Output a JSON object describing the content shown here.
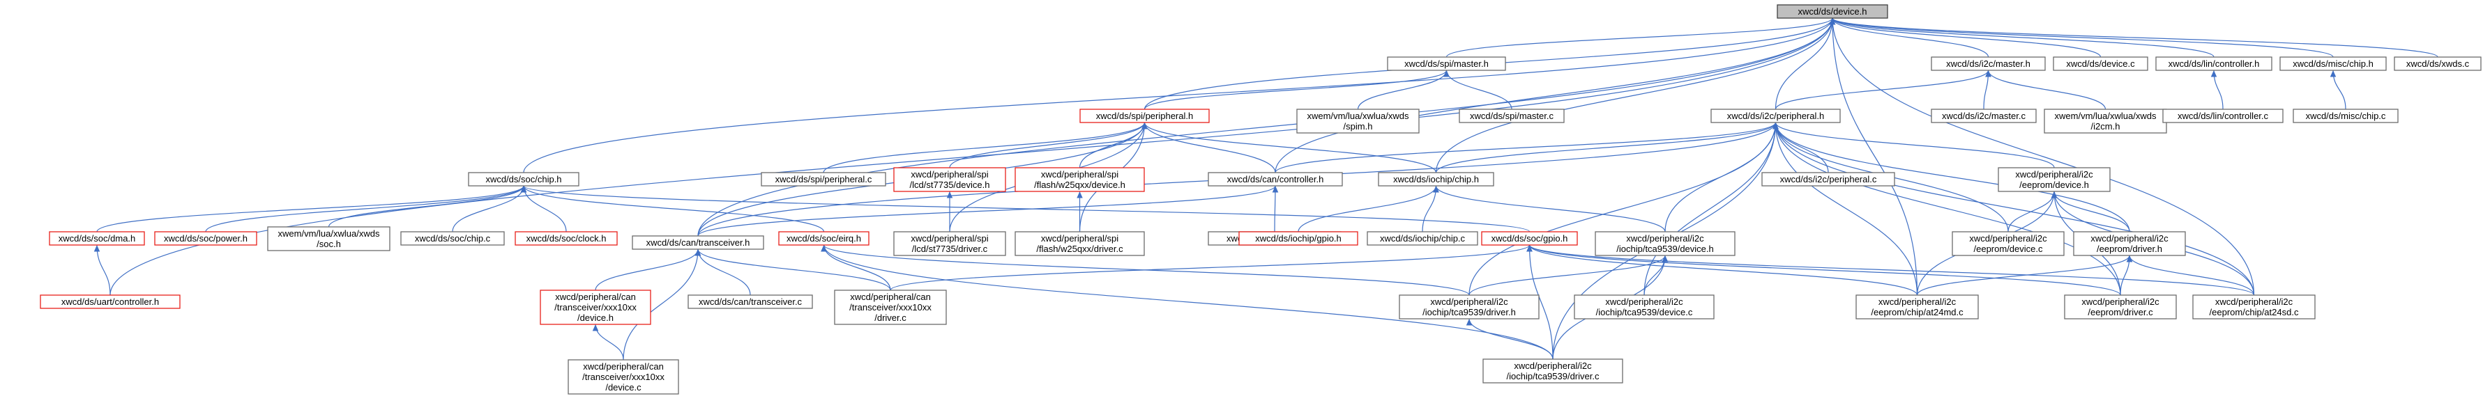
{
  "colors": {
    "edge": "#3f6fc4",
    "node_border": "#6b6b6b",
    "highlight_border": "#e8201a",
    "root_fill": "#bfbfbf"
  },
  "nodes": [
    {
      "id": "n_device_h",
      "lines": [
        "xwcd/ds/device.h"
      ],
      "style": "root"
    },
    {
      "id": "n_soc_chip_h",
      "lines": [
        "xwcd/ds/soc/chip.h"
      ],
      "style": "normal"
    },
    {
      "id": "n_spi_master_h",
      "lines": [
        "xwcd/ds/spi/master.h"
      ],
      "style": "normal"
    },
    {
      "id": "n_spi_peripheral_h",
      "lines": [
        "xwcd/ds/spi/peripheral.h"
      ],
      "style": "highlight"
    },
    {
      "id": "n_can_transceiver_h",
      "lines": [
        "xwcd/ds/can/transceiver.h"
      ],
      "style": "normal"
    },
    {
      "id": "n_can_controller_h",
      "lines": [
        "xwcd/ds/can/controller.h"
      ],
      "style": "normal"
    },
    {
      "id": "n_iochip_chip_h",
      "lines": [
        "xwcd/ds/iochip/chip.h"
      ],
      "style": "normal"
    },
    {
      "id": "n_i2c_master_h",
      "lines": [
        "xwcd/ds/i2c/master.h"
      ],
      "style": "normal"
    },
    {
      "id": "n_i2c_peripheral_h",
      "lines": [
        "xwcd/ds/i2c/peripheral.h"
      ],
      "style": "normal"
    },
    {
      "id": "n_device_c",
      "lines": [
        "xwcd/ds/device.c"
      ],
      "style": "normal"
    },
    {
      "id": "n_lin_controller_h",
      "lines": [
        "xwcd/ds/lin/controller.h"
      ],
      "style": "normal"
    },
    {
      "id": "n_misc_chip_h",
      "lines": [
        "xwcd/ds/misc/chip.h"
      ],
      "style": "normal"
    },
    {
      "id": "n_xwds_c",
      "lines": [
        "xwcd/ds/xwds.c"
      ],
      "style": "normal"
    },
    {
      "id": "n_uart_controller_h",
      "lines": [
        "xwcd/ds/uart/controller.h"
      ],
      "style": "highlight"
    },
    {
      "id": "n_soc_dma_h",
      "lines": [
        "xwcd/ds/soc/dma.h"
      ],
      "style": "highlight"
    },
    {
      "id": "n_soc_power_h",
      "lines": [
        "xwcd/ds/soc/power.h"
      ],
      "style": "highlight"
    },
    {
      "id": "n_xwem_soc_h",
      "lines": [
        "xwem/vm/lua/xwlua/xwds",
        "/soc.h"
      ],
      "style": "normal"
    },
    {
      "id": "n_soc_chip_c",
      "lines": [
        "xwcd/ds/soc/chip.c"
      ],
      "style": "normal"
    },
    {
      "id": "n_soc_clock_h",
      "lines": [
        "xwcd/ds/soc/clock.h"
      ],
      "style": "highlight"
    },
    {
      "id": "n_soc_eirq_h",
      "lines": [
        "xwcd/ds/soc/eirq.h"
      ],
      "style": "highlight"
    },
    {
      "id": "n_soc_gpio_h",
      "lines": [
        "xwcd/ds/soc/gpio.h"
      ],
      "style": "highlight"
    },
    {
      "id": "n_spi_peripheral_c",
      "lines": [
        "xwcd/ds/spi/peripheral.c"
      ],
      "style": "normal"
    },
    {
      "id": "n_st7735_device_h",
      "lines": [
        "xwcd/peripheral/spi",
        "/lcd/st7735/device.h"
      ],
      "style": "highlight"
    },
    {
      "id": "n_w25qxx_device_h",
      "lines": [
        "xwcd/peripheral/spi",
        "/flash/w25qxx/device.h"
      ],
      "style": "highlight"
    },
    {
      "id": "n_st7735_driver_c",
      "lines": [
        "xwcd/peripheral/spi",
        "/lcd/st7735/driver.c"
      ],
      "style": "normal"
    },
    {
      "id": "n_w25qxx_driver_c",
      "lines": [
        "xwcd/peripheral/spi",
        "/flash/w25qxx/driver.c"
      ],
      "style": "normal"
    },
    {
      "id": "n_xwem_spim_h",
      "lines": [
        "xwem/vm/lua/xwlua/xwds",
        "/spim.h"
      ],
      "style": "normal"
    },
    {
      "id": "n_spi_master_c",
      "lines": [
        "xwcd/ds/spi/master.c"
      ],
      "style": "normal"
    },
    {
      "id": "n_can_controller_c",
      "lines": [
        "xwcd/ds/can/controller.c"
      ],
      "style": "normal"
    },
    {
      "id": "n_iochip_gpio_h",
      "lines": [
        "xwcd/ds/iochip/gpio.h"
      ],
      "style": "highlight"
    },
    {
      "id": "n_iochip_chip_c",
      "lines": [
        "xwcd/ds/iochip/chip.c"
      ],
      "style": "normal"
    },
    {
      "id": "n_tca9539_device_h",
      "lines": [
        "xwcd/peripheral/i2c",
        "/iochip/tca9539/device.h"
      ],
      "style": "normal"
    },
    {
      "id": "n_tca9539_driver_h",
      "lines": [
        "xwcd/peripheral/i2c",
        "/iochip/tca9539/driver.h"
      ],
      "style": "normal"
    },
    {
      "id": "n_tca9539_device_c",
      "lines": [
        "xwcd/peripheral/i2c",
        "/iochip/tca9539/device.c"
      ],
      "style": "normal"
    },
    {
      "id": "n_tca9539_driver_c",
      "lines": [
        "xwcd/peripheral/i2c",
        "/iochip/tca9539/driver.c"
      ],
      "style": "normal"
    },
    {
      "id": "n_can_transceiver_c",
      "lines": [
        "xwcd/ds/can/transceiver.c"
      ],
      "style": "normal"
    },
    {
      "id": "n_xxx10xx_device_h",
      "lines": [
        "xwcd/peripheral/can",
        "/transceiver/xxx10xx",
        "/device.h"
      ],
      "style": "highlight"
    },
    {
      "id": "n_xxx10xx_driver_c",
      "lines": [
        "xwcd/peripheral/can",
        "/transceiver/xxx10xx",
        "/driver.c"
      ],
      "style": "normal"
    },
    {
      "id": "n_xxx10xx_device_c",
      "lines": [
        "xwcd/peripheral/can",
        "/transceiver/xxx10xx",
        "/device.c"
      ],
      "style": "normal"
    },
    {
      "id": "n_i2c_peripheral_c",
      "lines": [
        "xwcd/ds/i2c/peripheral.c"
      ],
      "style": "normal"
    },
    {
      "id": "n_eeprom_device_h",
      "lines": [
        "xwcd/peripheral/i2c",
        "/eeprom/device.h"
      ],
      "style": "normal"
    },
    {
      "id": "n_eeprom_device_c",
      "lines": [
        "xwcd/peripheral/i2c",
        "/eeprom/device.c"
      ],
      "style": "normal"
    },
    {
      "id": "n_eeprom_driver_h",
      "lines": [
        "xwcd/peripheral/i2c",
        "/eeprom/driver.h"
      ],
      "style": "normal"
    },
    {
      "id": "n_at24md_c",
      "lines": [
        "xwcd/peripheral/i2c",
        "/eeprom/chip/at24md.c"
      ],
      "style": "normal"
    },
    {
      "id": "n_eeprom_driver_c",
      "lines": [
        "xwcd/peripheral/i2c",
        "/eeprom/driver.c"
      ],
      "style": "normal"
    },
    {
      "id": "n_at24sd_c",
      "lines": [
        "xwcd/peripheral/i2c",
        "/eeprom/chip/at24sd.c"
      ],
      "style": "normal"
    },
    {
      "id": "n_i2c_master_c",
      "lines": [
        "xwcd/ds/i2c/master.c"
      ],
      "style": "normal"
    },
    {
      "id": "n_xwem_i2cm_h",
      "lines": [
        "xwem/vm/lua/xwlua/xwds",
        "/i2cm.h"
      ],
      "style": "normal"
    },
    {
      "id": "n_lin_controller_c",
      "lines": [
        "xwcd/ds/lin/controller.c"
      ],
      "style": "normal"
    },
    {
      "id": "n_misc_chip_c",
      "lines": [
        "xwcd/ds/misc/chip.c"
      ],
      "style": "normal"
    }
  ],
  "edges": [
    [
      "n_soc_chip_h",
      "n_device_h"
    ],
    [
      "n_spi_master_h",
      "n_device_h"
    ],
    [
      "n_spi_peripheral_h",
      "n_device_h"
    ],
    [
      "n_can_transceiver_h",
      "n_device_h"
    ],
    [
      "n_can_controller_h",
      "n_device_h"
    ],
    [
      "n_iochip_chip_h",
      "n_device_h"
    ],
    [
      "n_i2c_master_h",
      "n_device_h"
    ],
    [
      "n_i2c_peripheral_h",
      "n_device_h"
    ],
    [
      "n_device_c",
      "n_device_h"
    ],
    [
      "n_lin_controller_h",
      "n_device_h"
    ],
    [
      "n_misc_chip_h",
      "n_device_h"
    ],
    [
      "n_xwds_c",
      "n_device_h"
    ],
    [
      "n_uart_controller_h",
      "n_device_h"
    ],
    [
      "n_at24md_c",
      "n_device_h"
    ],
    [
      "n_at24sd_c",
      "n_device_h"
    ],
    [
      "n_soc_dma_h",
      "n_soc_chip_h"
    ],
    [
      "n_soc_power_h",
      "n_soc_chip_h"
    ],
    [
      "n_xwem_soc_h",
      "n_soc_chip_h"
    ],
    [
      "n_soc_chip_c",
      "n_soc_chip_h"
    ],
    [
      "n_soc_clock_h",
      "n_soc_chip_h"
    ],
    [
      "n_soc_eirq_h",
      "n_soc_chip_h"
    ],
    [
      "n_soc_gpio_h",
      "n_soc_chip_h"
    ],
    [
      "n_uart_controller_h",
      "n_soc_dma_h"
    ],
    [
      "n_spi_peripheral_h",
      "n_spi_master_h"
    ],
    [
      "n_xwem_spim_h",
      "n_spi_master_h"
    ],
    [
      "n_spi_master_c",
      "n_spi_master_h"
    ],
    [
      "n_spi_peripheral_c",
      "n_spi_peripheral_h"
    ],
    [
      "n_st7735_device_h",
      "n_spi_peripheral_h"
    ],
    [
      "n_w25qxx_device_h",
      "n_spi_peripheral_h"
    ],
    [
      "n_can_transceiver_h",
      "n_spi_peripheral_h"
    ],
    [
      "n_can_controller_h",
      "n_spi_peripheral_h"
    ],
    [
      "n_iochip_chip_h",
      "n_spi_peripheral_h"
    ],
    [
      "n_st7735_driver_c",
      "n_spi_peripheral_h"
    ],
    [
      "n_w25qxx_driver_c",
      "n_spi_peripheral_h"
    ],
    [
      "n_st7735_driver_c",
      "n_st7735_device_h"
    ],
    [
      "n_w25qxx_driver_c",
      "n_w25qxx_device_h"
    ],
    [
      "n_can_controller_c",
      "n_can_controller_h"
    ],
    [
      "n_can_transceiver_h",
      "n_can_controller_h"
    ],
    [
      "n_can_transceiver_c",
      "n_can_transceiver_h"
    ],
    [
      "n_xxx10xx_device_h",
      "n_can_transceiver_h"
    ],
    [
      "n_xxx10xx_driver_c",
      "n_can_transceiver_h"
    ],
    [
      "n_xxx10xx_device_c",
      "n_can_transceiver_h"
    ],
    [
      "n_xxx10xx_device_c",
      "n_xxx10xx_device_h"
    ],
    [
      "n_xxx10xx_driver_c",
      "n_soc_eirq_h"
    ],
    [
      "n_tca9539_driver_h",
      "n_soc_eirq_h"
    ],
    [
      "n_tca9539_driver_c",
      "n_soc_eirq_h"
    ],
    [
      "n_iochip_gpio_h",
      "n_iochip_chip_h"
    ],
    [
      "n_iochip_chip_c",
      "n_iochip_chip_h"
    ],
    [
      "n_tca9539_device_h",
      "n_iochip_chip_h"
    ],
    [
      "n_tca9539_driver_h",
      "n_tca9539_device_h"
    ],
    [
      "n_tca9539_device_c",
      "n_tca9539_device_h"
    ],
    [
      "n_tca9539_driver_c",
      "n_tca9539_device_h"
    ],
    [
      "n_tca9539_driver_c",
      "n_tca9539_driver_h"
    ],
    [
      "n_i2c_peripheral_h",
      "n_i2c_master_h"
    ],
    [
      "n_i2c_master_c",
      "n_i2c_master_h"
    ],
    [
      "n_xwem_i2cm_h",
      "n_i2c_master_h"
    ],
    [
      "n_can_transceiver_h",
      "n_i2c_peripheral_h"
    ],
    [
      "n_can_controller_h",
      "n_i2c_peripheral_h"
    ],
    [
      "n_iochip_chip_h",
      "n_i2c_peripheral_h"
    ],
    [
      "n_i2c_peripheral_c",
      "n_i2c_peripheral_h"
    ],
    [
      "n_eeprom_device_h",
      "n_i2c_peripheral_h"
    ],
    [
      "n_tca9539_device_h",
      "n_i2c_peripheral_h"
    ],
    [
      "n_tca9539_driver_h",
      "n_i2c_peripheral_h"
    ],
    [
      "n_tca9539_device_c",
      "n_i2c_peripheral_h"
    ],
    [
      "n_tca9539_driver_c",
      "n_i2c_peripheral_h"
    ],
    [
      "n_eeprom_device_c",
      "n_i2c_peripheral_h"
    ],
    [
      "n_eeprom_driver_h",
      "n_i2c_peripheral_h"
    ],
    [
      "n_at24md_c",
      "n_i2c_peripheral_h"
    ],
    [
      "n_eeprom_driver_c",
      "n_i2c_peripheral_h"
    ],
    [
      "n_at24sd_c",
      "n_i2c_peripheral_h"
    ],
    [
      "n_eeprom_device_c",
      "n_eeprom_device_h"
    ],
    [
      "n_eeprom_driver_h",
      "n_eeprom_device_h"
    ],
    [
      "n_at24md_c",
      "n_eeprom_device_h"
    ],
    [
      "n_eeprom_driver_c",
      "n_eeprom_device_h"
    ],
    [
      "n_at24sd_c",
      "n_eeprom_device_h"
    ],
    [
      "n_at24md_c",
      "n_eeprom_driver_h"
    ],
    [
      "n_eeprom_driver_c",
      "n_eeprom_driver_h"
    ],
    [
      "n_at24sd_c",
      "n_eeprom_driver_h"
    ],
    [
      "n_at24md_c",
      "n_soc_gpio_h"
    ],
    [
      "n_eeprom_driver_c",
      "n_soc_gpio_h"
    ],
    [
      "n_at24sd_c",
      "n_soc_gpio_h"
    ],
    [
      "n_tca9539_driver_c",
      "n_soc_gpio_h"
    ],
    [
      "n_xxx10xx_driver_c",
      "n_soc_gpio_h"
    ],
    [
      "n_lin_controller_c",
      "n_lin_controller_h"
    ],
    [
      "n_misc_chip_c",
      "n_misc_chip_h"
    ]
  ]
}
